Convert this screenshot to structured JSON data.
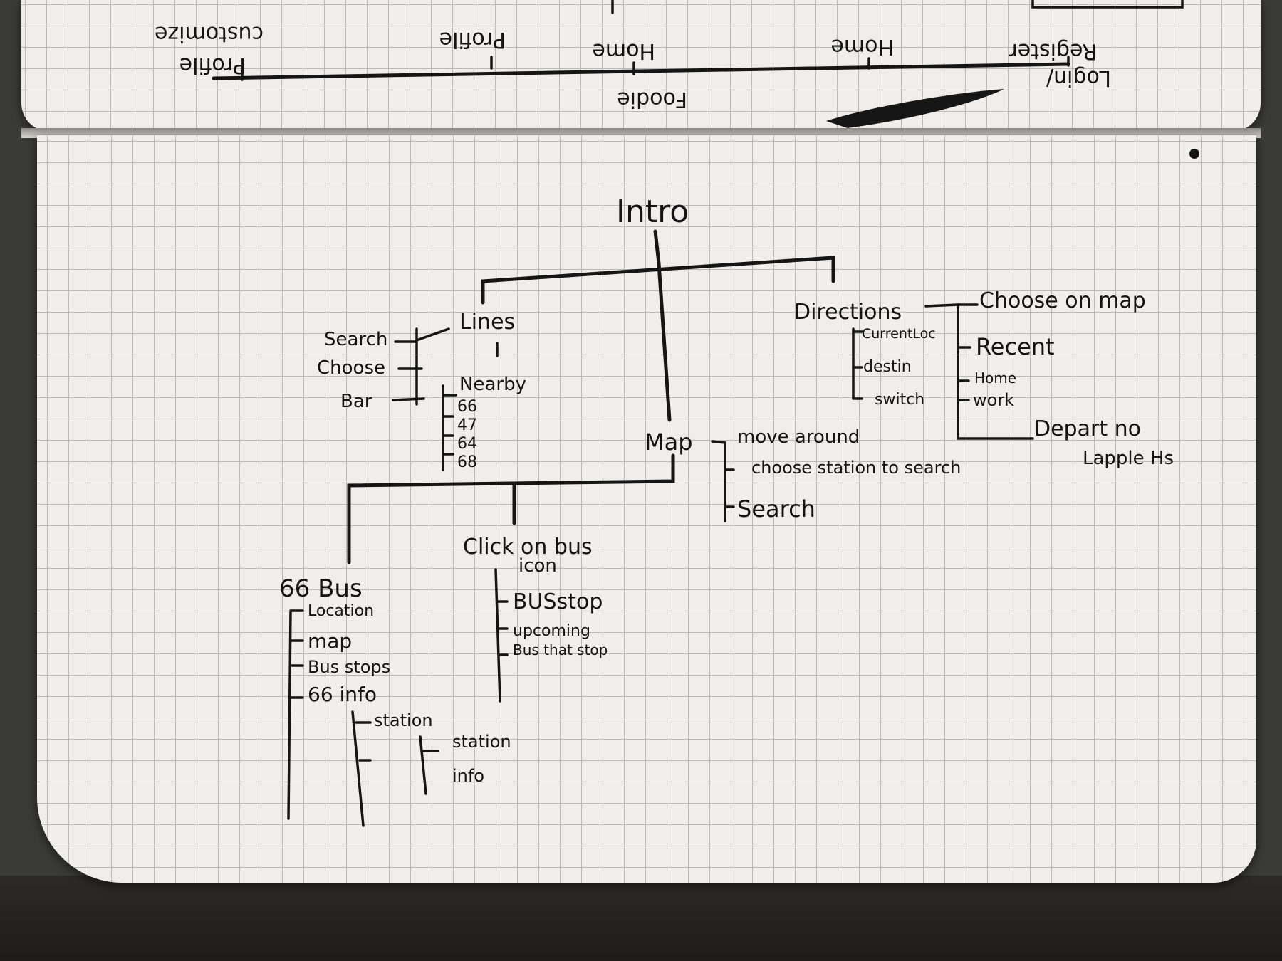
{
  "top_page": {
    "title": "Foodie",
    "labels": [
      "Login/",
      "Register",
      "Home",
      "Home",
      "Profile",
      "Profile",
      "customize"
    ]
  },
  "nodes": {
    "intro": "Intro",
    "lines": "Lines",
    "search": "Search",
    "choose": "Choose",
    "bar": "Bar",
    "nearby": "Nearby",
    "r66": "66",
    "r47": "47",
    "r64": "64",
    "r68": "68",
    "map": "Map",
    "move_around": "move around",
    "choose_station": "choose station to search",
    "map_search": "Search",
    "directions": "Directions",
    "current_loc": "CurrentLoc",
    "destin": "destin",
    "switch": "switch",
    "choose_on_map": "Choose on map",
    "recent": "Recent",
    "home": "Home",
    "work": "work",
    "depart_no": "Depart no",
    "lapple": "Lapple Hs",
    "bus66": "66 Bus",
    "location": "Location",
    "map2": "map",
    "bus_stops": "Bus stops",
    "info66": "66 info",
    "station": "station",
    "station_info_1": "station",
    "station_info_2": "info",
    "click_bus_1": "Click on bus",
    "click_bus_2": "icon",
    "busstop": "BUSstop",
    "upcoming": "upcoming",
    "bus_that_stop": "Bus that stop"
  },
  "colors": {
    "ink": "#151515",
    "paper": "#efeeea",
    "grid": "#b9b9b6",
    "background": "#3a3a38"
  }
}
